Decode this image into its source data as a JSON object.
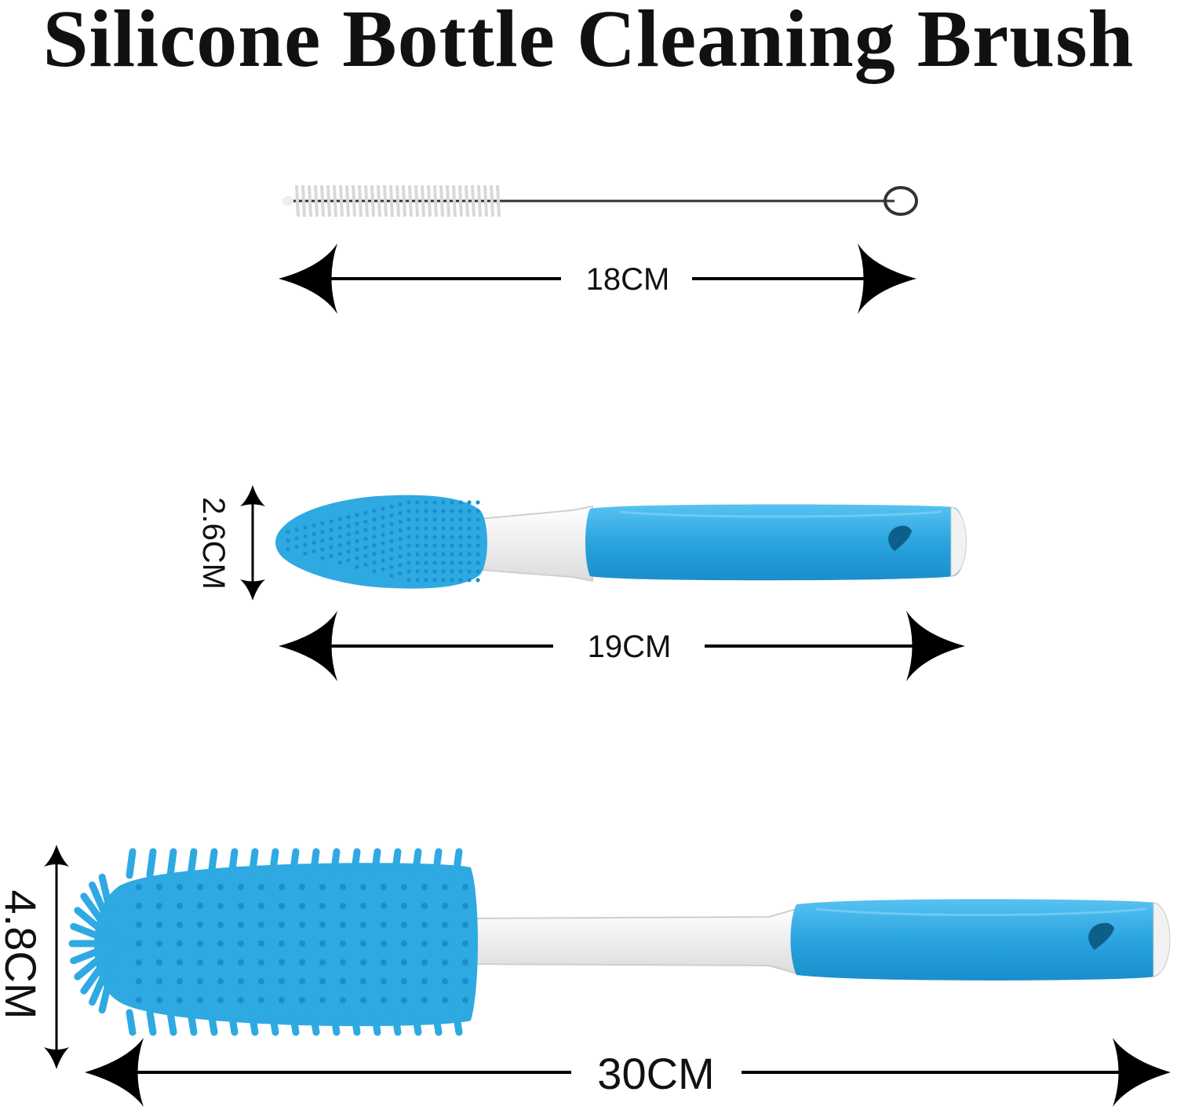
{
  "title": "Silicone Bottle Cleaning Brush",
  "products": [
    {
      "name": "straw-brush",
      "length": "18CM"
    },
    {
      "name": "nipple-brush",
      "length": "19CM",
      "diameter": "2.6CM"
    },
    {
      "name": "bottle-brush",
      "length": "30CM",
      "diameter": "4.8CM"
    }
  ],
  "colors": {
    "brush": "#2fa9e2",
    "brush_dark": "#1b8fcc",
    "stem": "#f2f2f2",
    "arrow": "#000000"
  }
}
